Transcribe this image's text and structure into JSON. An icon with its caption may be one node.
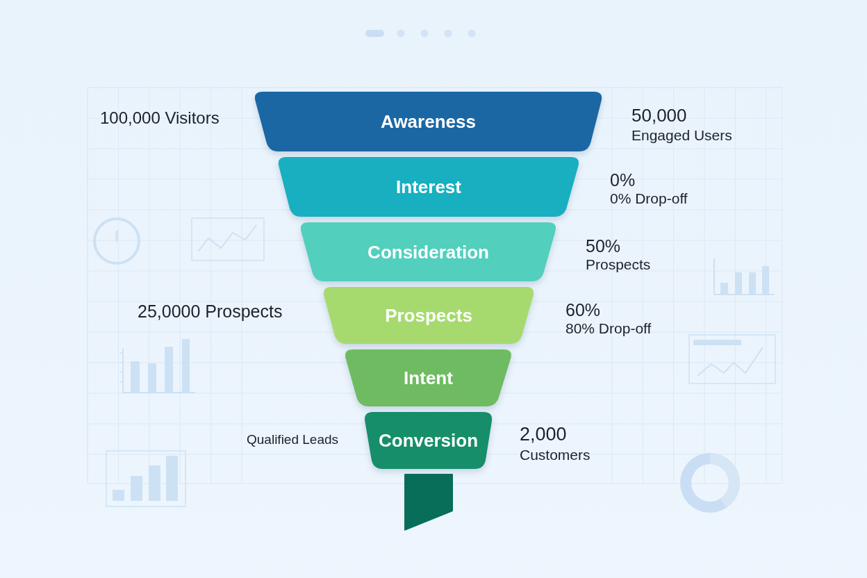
{
  "diagram": {
    "nodes": [
      {
        "text": [
          "Awareness"
        ],
        "beside": [
          "100,000 Visitors",
          "50,000",
          "Engaged Users"
        ]
      },
      {
        "text": [
          "Interest"
        ],
        "beside": [
          "0%",
          "0% Drop-off"
        ]
      },
      {
        "text": [
          "Consideration"
        ],
        "beside": [
          "50%",
          "Prospects"
        ]
      },
      {
        "text": [
          "Prospects"
        ],
        "beside": [
          "25,0000 Prospects",
          "60%",
          "80% Drop-off"
        ]
      },
      {
        "text": [
          "Intent"
        ]
      },
      {
        "text": [
          "Conversion"
        ],
        "beside": [
          "Qualified Leads",
          "2,000",
          "Customers"
        ]
      },
      {
        "text": [],
        "shape": "box"
      }
    ],
    "edges": []
  }
}
